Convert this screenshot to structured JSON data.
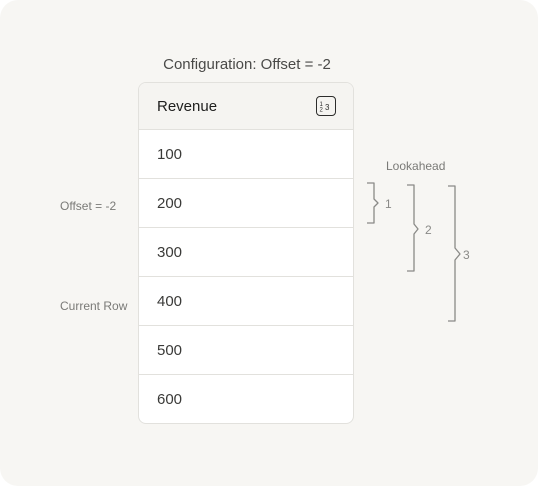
{
  "config_title": "Configuration: Offset = -2",
  "table": {
    "header": "Revenue",
    "header_icon": "number-format-icon",
    "rows": [
      "100",
      "200",
      "300",
      "400",
      "500",
      "600"
    ]
  },
  "labels": {
    "offset": "Offset = -2",
    "current_row": "Current Row",
    "lookahead": "Lookahead"
  },
  "braces": [
    {
      "label": "1"
    },
    {
      "label": "2"
    },
    {
      "label": "3"
    }
  ],
  "colors": {
    "background": "#f7f6f3",
    "table_border": "#e2e1dd",
    "bracket": "#8a8a87"
  }
}
